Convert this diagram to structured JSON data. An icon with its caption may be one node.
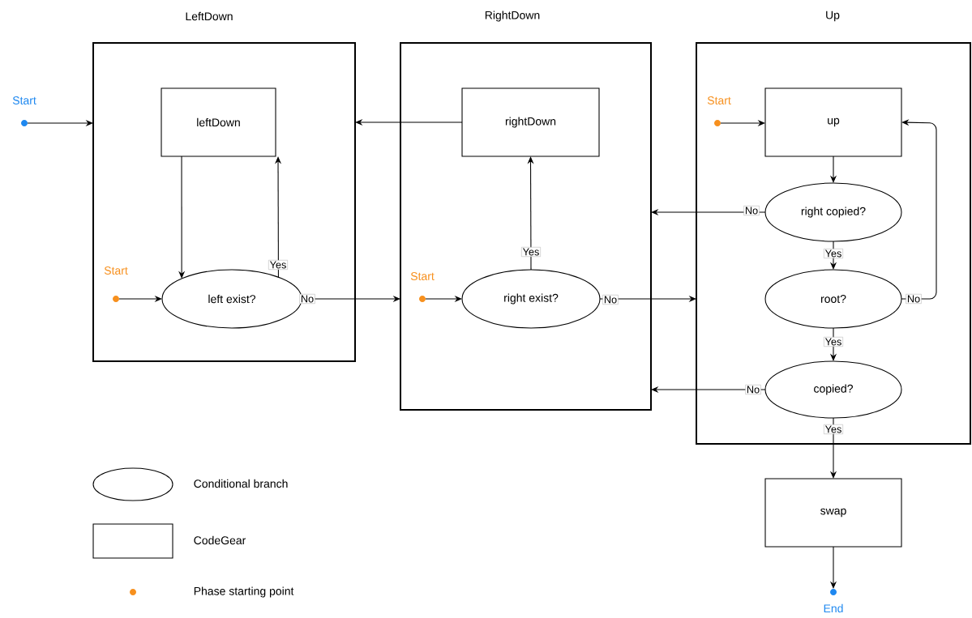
{
  "diagram": {
    "nodes": [
      {
        "text": [
          "LeftDown"
        ]
      },
      {
        "text": [
          "RightDown"
        ]
      },
      {
        "text": [
          "Up"
        ]
      },
      {
        "text": [
          "leftDown"
        ],
        "in": 0
      },
      {
        "text": [
          "left exist?"
        ],
        "in": 0
      },
      {
        "text": [
          "rightDown"
        ],
        "in": 1
      },
      {
        "text": [
          "right exist?"
        ],
        "in": 1
      },
      {
        "text": [
          "up"
        ],
        "in": 2
      },
      {
        "text": [
          "right copied?"
        ],
        "in": 2
      },
      {
        "text": [
          "root?"
        ],
        "in": 2
      },
      {
        "text": [
          "copied?"
        ],
        "in": 2
      },
      {
        "text": [
          "swap"
        ]
      },
      {
        "text": [
          "Start"
        ]
      },
      {
        "text": [
          "Start"
        ],
        "in": 0
      },
      {
        "text": [
          "Start"
        ],
        "in": 1
      },
      {
        "text": [
          "Start"
        ],
        "in": 2
      },
      {
        "text": [
          "End"
        ]
      }
    ],
    "edges": [
      {
        "from": 12,
        "to": 0,
        "arrow": "to"
      },
      {
        "from": 3,
        "to": 4,
        "arrow": "to"
      },
      {
        "from": 4,
        "to": 3,
        "arrow": "to",
        "label": "Yes"
      },
      {
        "from": 4,
        "to": 1,
        "arrow": "to",
        "label": "No"
      },
      {
        "from": 13,
        "to": 4,
        "arrow": "to"
      },
      {
        "from": 5,
        "to": 0,
        "arrow": "to"
      },
      {
        "from": 6,
        "to": 5,
        "arrow": "to",
        "label": "Yes"
      },
      {
        "from": 6,
        "to": 2,
        "arrow": "to",
        "label": "No"
      },
      {
        "from": 14,
        "to": 6,
        "arrow": "to"
      },
      {
        "from": 15,
        "to": 7,
        "arrow": "to"
      },
      {
        "from": 7,
        "to": 8,
        "arrow": "to"
      },
      {
        "from": 8,
        "to": 1,
        "arrow": "to",
        "label": "No"
      },
      {
        "from": 8,
        "to": 9,
        "arrow": "to",
        "label": "Yes"
      },
      {
        "from": 9,
        "to": 7,
        "arrow": "to",
        "label": "No"
      },
      {
        "from": 9,
        "to": 10,
        "arrow": "to",
        "label": "Yes"
      },
      {
        "from": 10,
        "to": 1,
        "arrow": "to",
        "label": "No"
      },
      {
        "from": 10,
        "to": 11,
        "arrow": "to",
        "label": "Yes"
      },
      {
        "from": 11,
        "to": 16,
        "arrow": "to"
      }
    ],
    "legend": [
      {
        "text": "Conditional branch"
      },
      {
        "text": "CodeGear"
      },
      {
        "text": "Phase starting point",
        "color": "#f7901e"
      }
    ]
  }
}
